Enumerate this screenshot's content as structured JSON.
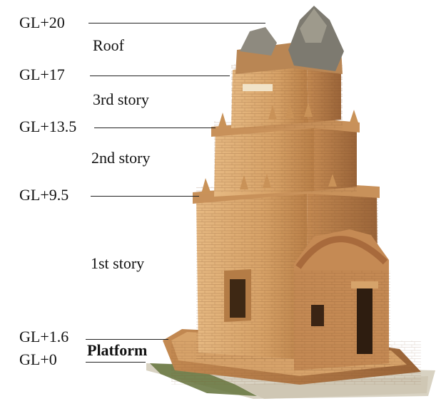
{
  "levels": {
    "gl20": "GL+20",
    "gl17": "GL+17",
    "gl13_5": "GL+13.5",
    "gl9_5": "GL+9.5",
    "gl1_6": "GL+1.6",
    "gl0": "GL+0"
  },
  "stories": {
    "roof": "Roof",
    "third": "3rd story",
    "second": "2nd story",
    "first": "1st story",
    "platform": "Platform"
  },
  "colors": {
    "stone_light": "#e2b47a",
    "stone_mid": "#c98f55",
    "stone_dark": "#8a5a33",
    "stone_shadow": "#6e4426",
    "roof_grey": "#8d8a80",
    "grass": "#6f7d46",
    "ground": "#d9d3c4",
    "guide_line": "#222222"
  }
}
